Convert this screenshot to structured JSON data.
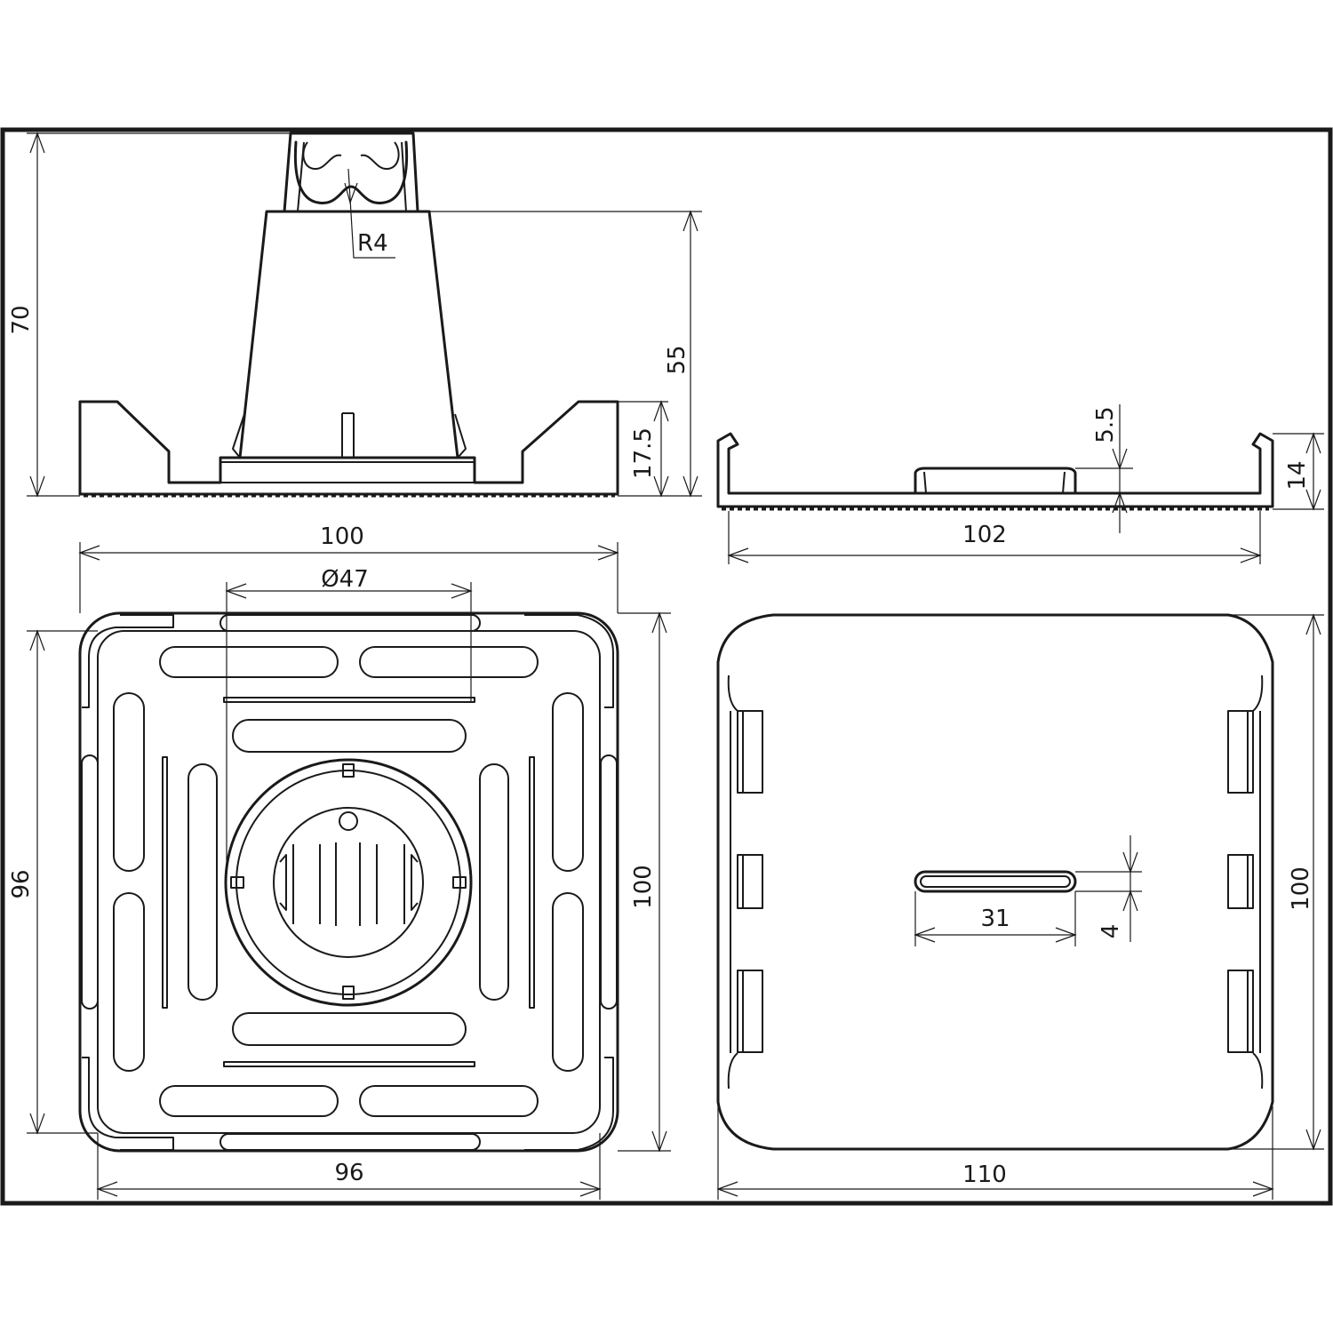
{
  "dimensions": {
    "side_total_height": "70",
    "side_cone_height": "55",
    "side_base_height": "17.5",
    "clip_radius": "R4",
    "tray_rim": "5.5",
    "tray_height": "14",
    "tray_width": "102",
    "top_outer_width": "100",
    "top_diameter": "Ø47",
    "top_height_left": "96",
    "top_height_right": "100",
    "top_inner_width": "96",
    "bottom_width": "110",
    "bottom_height": "100",
    "slot_length": "31",
    "slot_width": "4"
  },
  "colors": {
    "line": "#1a1a1a",
    "background": "#ffffff"
  }
}
